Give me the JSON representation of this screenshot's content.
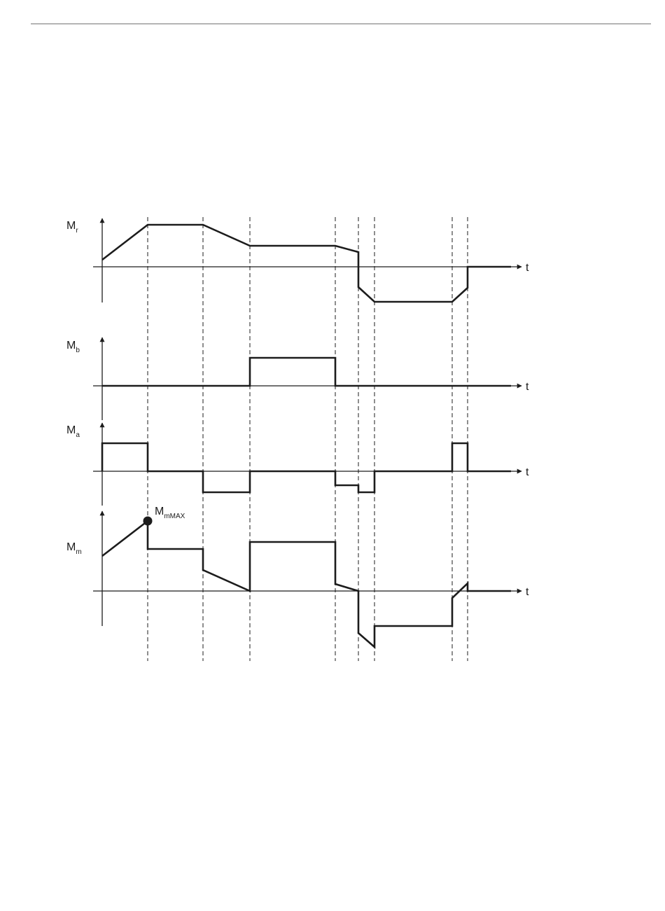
{
  "colors": {
    "line": "#1c1c1c",
    "rule": "#6a6a6a",
    "background": "#ffffff"
  },
  "diagram": {
    "time_axis_label": "t",
    "panels": [
      {
        "id": "mr",
        "label_main": "M",
        "label_sub": "r"
      },
      {
        "id": "mb",
        "label_main": "M",
        "label_sub": "b"
      },
      {
        "id": "ma",
        "label_main": "M",
        "label_sub": "a"
      },
      {
        "id": "mm",
        "label_main": "M",
        "label_sub": "m"
      }
    ],
    "peak_marker": {
      "label_main": "M",
      "label_sub": "mMAX"
    }
  }
}
